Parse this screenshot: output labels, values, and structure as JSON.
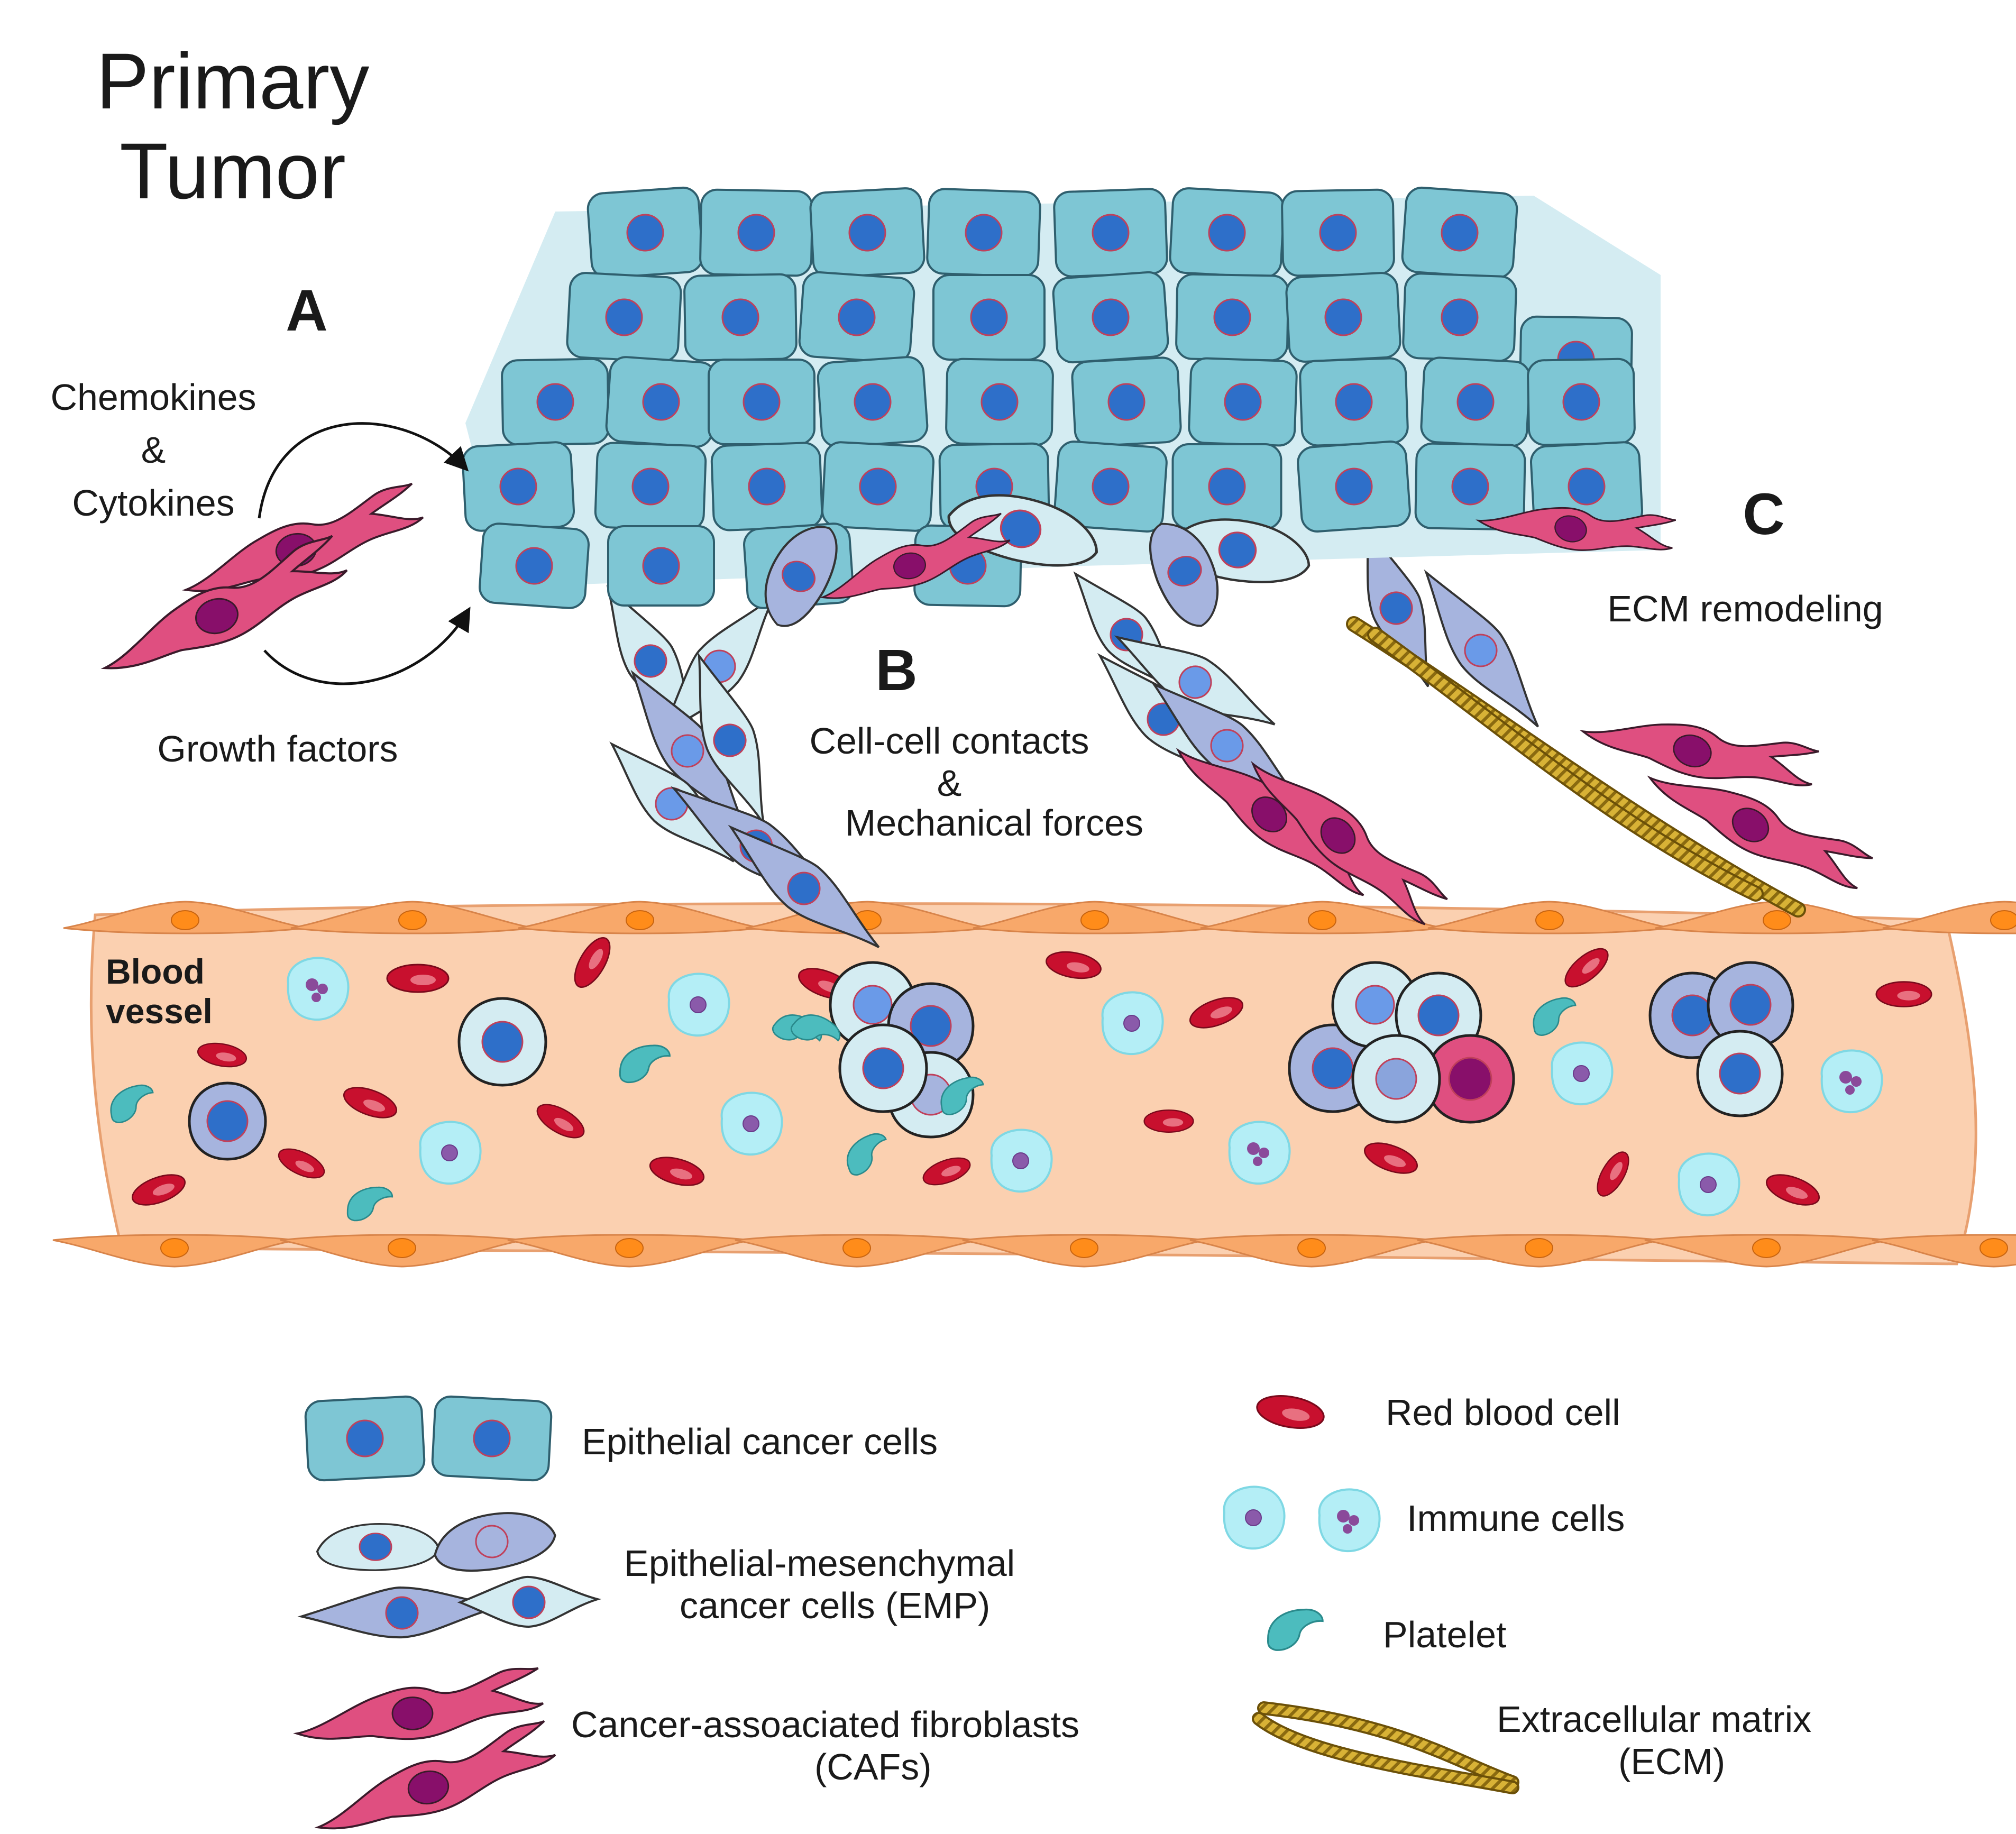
{
  "title": {
    "line1": "Primary",
    "line2": "Tumor"
  },
  "panels": {
    "a": {
      "letter": "A",
      "chemokines_line1": "Chemokines",
      "chemokines_line2": "&",
      "chemokines_line3": "Cytokines",
      "growth": "Growth factors"
    },
    "b": {
      "letter": "B",
      "line1": "Cell-cell contacts",
      "line2": "&",
      "line3": "Mechanical forces"
    },
    "c": {
      "letter": "C",
      "line1": "ECM remodeling"
    }
  },
  "vessel": {
    "line1": "Blood",
    "line2": "vessel"
  },
  "legend": {
    "epithelial": "Epithelial cancer cells",
    "emp_line1": "Epithelial-mesenchymal",
    "emp_line2": "cancer cells (EMP)",
    "caf_line1": "Cancer-assoaciated fibroblasts",
    "caf_line2": "(CAFs)",
    "rbc": "Red blood cell",
    "immune": "Immune cells",
    "platelet": "Platelet",
    "ecm_line1": "Extracellular matrix",
    "ecm_line2": "(ECM)"
  },
  "colors": {
    "epithelial_fill": "#7ec6d4",
    "nucleus": "#2e6fc9",
    "emp_light": "#d4ecf2",
    "emp_purple": "#a6b4de",
    "caf": "#df4f80",
    "caf_nucleus": "#880f6a",
    "vessel": "#fbd0b0",
    "endothelial": "#f8a86a",
    "rbc": "#c8102e",
    "immune": "#b4eef6",
    "platelet": "#4cbcbe",
    "ecm": "#c9a227"
  }
}
